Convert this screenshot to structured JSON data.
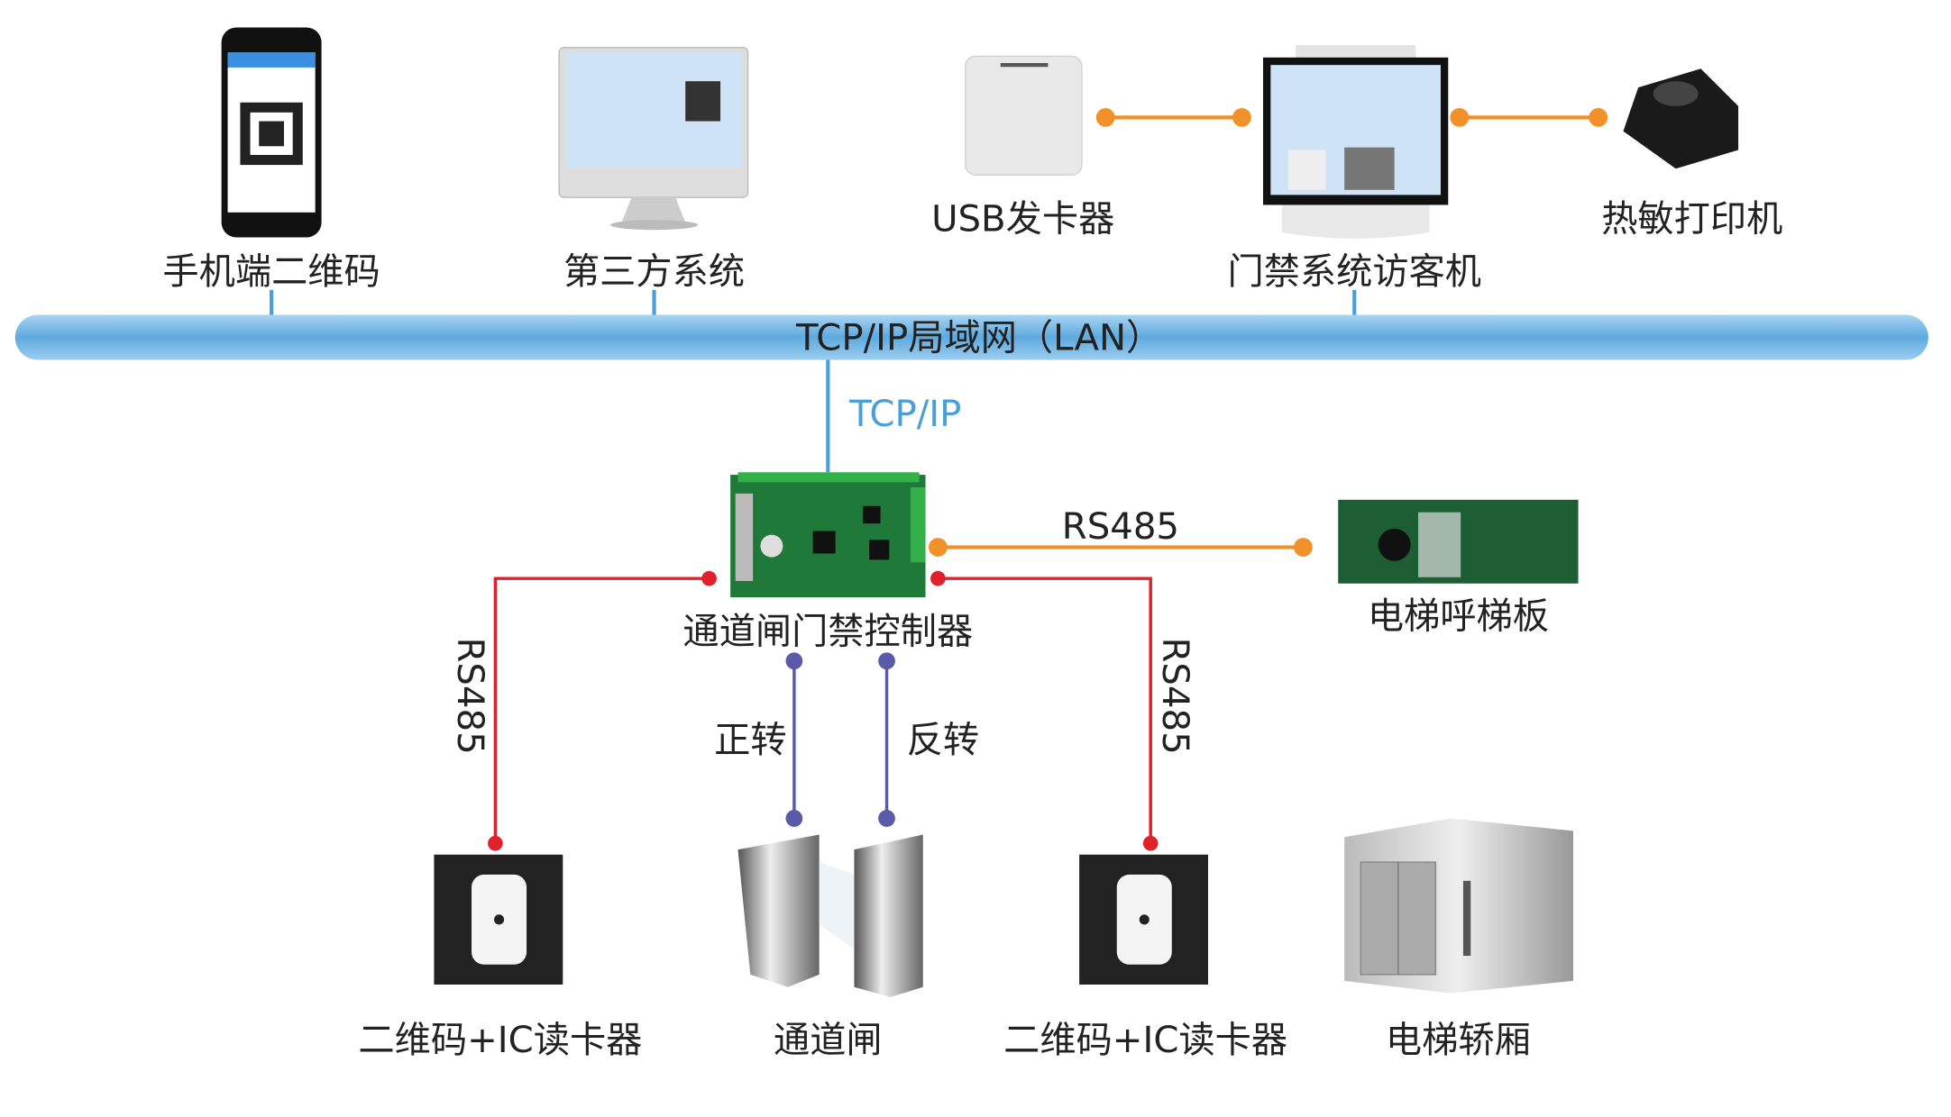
{
  "network": {
    "lan_label": "TCP/IP局域网（LAN）",
    "uplink_label": "TCP/IP"
  },
  "devices": {
    "phone": "手机端二维码",
    "third_party": "第三方系统",
    "usb_issuer": "USB发卡器",
    "visitor_terminal": "门禁系统访客机",
    "printer": "热敏打印机",
    "controller": "通道闸门禁控制器",
    "elevator_board": "电梯呼梯板",
    "reader_left": "二维码+IC读卡器",
    "gate": "通道闸",
    "reader_right": "二维码+IC读卡器",
    "elevator_car": "电梯轿厢"
  },
  "links": {
    "rs485_elevator": "RS485",
    "rs485_left": "RS485",
    "rs485_right": "RS485",
    "forward": "正转",
    "reverse": "反转"
  },
  "colors": {
    "lan": "#6fb3e3",
    "orange": "#f0912a",
    "red": "#e0212b",
    "purple": "#5a5aa8",
    "accent_text": "#4a9fd8"
  }
}
